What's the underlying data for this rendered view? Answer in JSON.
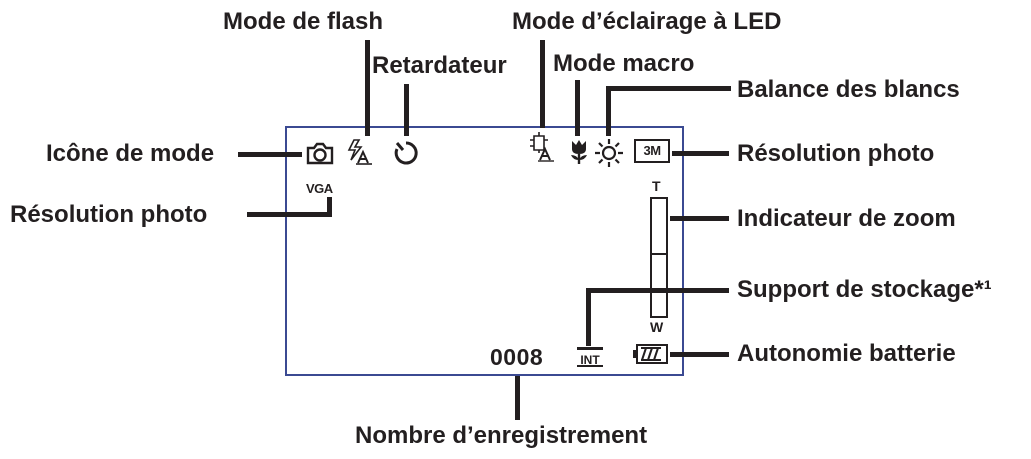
{
  "labels": {
    "mode_icon": "Icône de mode",
    "photo_resolution_left": "Résolution photo",
    "flash_mode": "Mode de flash",
    "self_timer": "Retardateur",
    "led_mode": "Mode d’éclairage à LED",
    "macro_mode": "Mode macro",
    "white_balance": "Balance des blancs",
    "photo_resolution_right": "Résolution photo",
    "zoom_indicator": "Indicateur de zoom",
    "storage_media": "Support de stockage*¹",
    "battery_life": "Autonomie batterie",
    "record_count": "Nombre d’enregistrement"
  },
  "screen": {
    "resolution_vga": "VGA",
    "resolution_badge": "3M",
    "zoom_top": "T",
    "zoom_bottom": "W",
    "storage_badge": "INT",
    "record_counter": "0008"
  },
  "colors": {
    "screen_border": "#3b4a92",
    "ink": "#231f20"
  }
}
